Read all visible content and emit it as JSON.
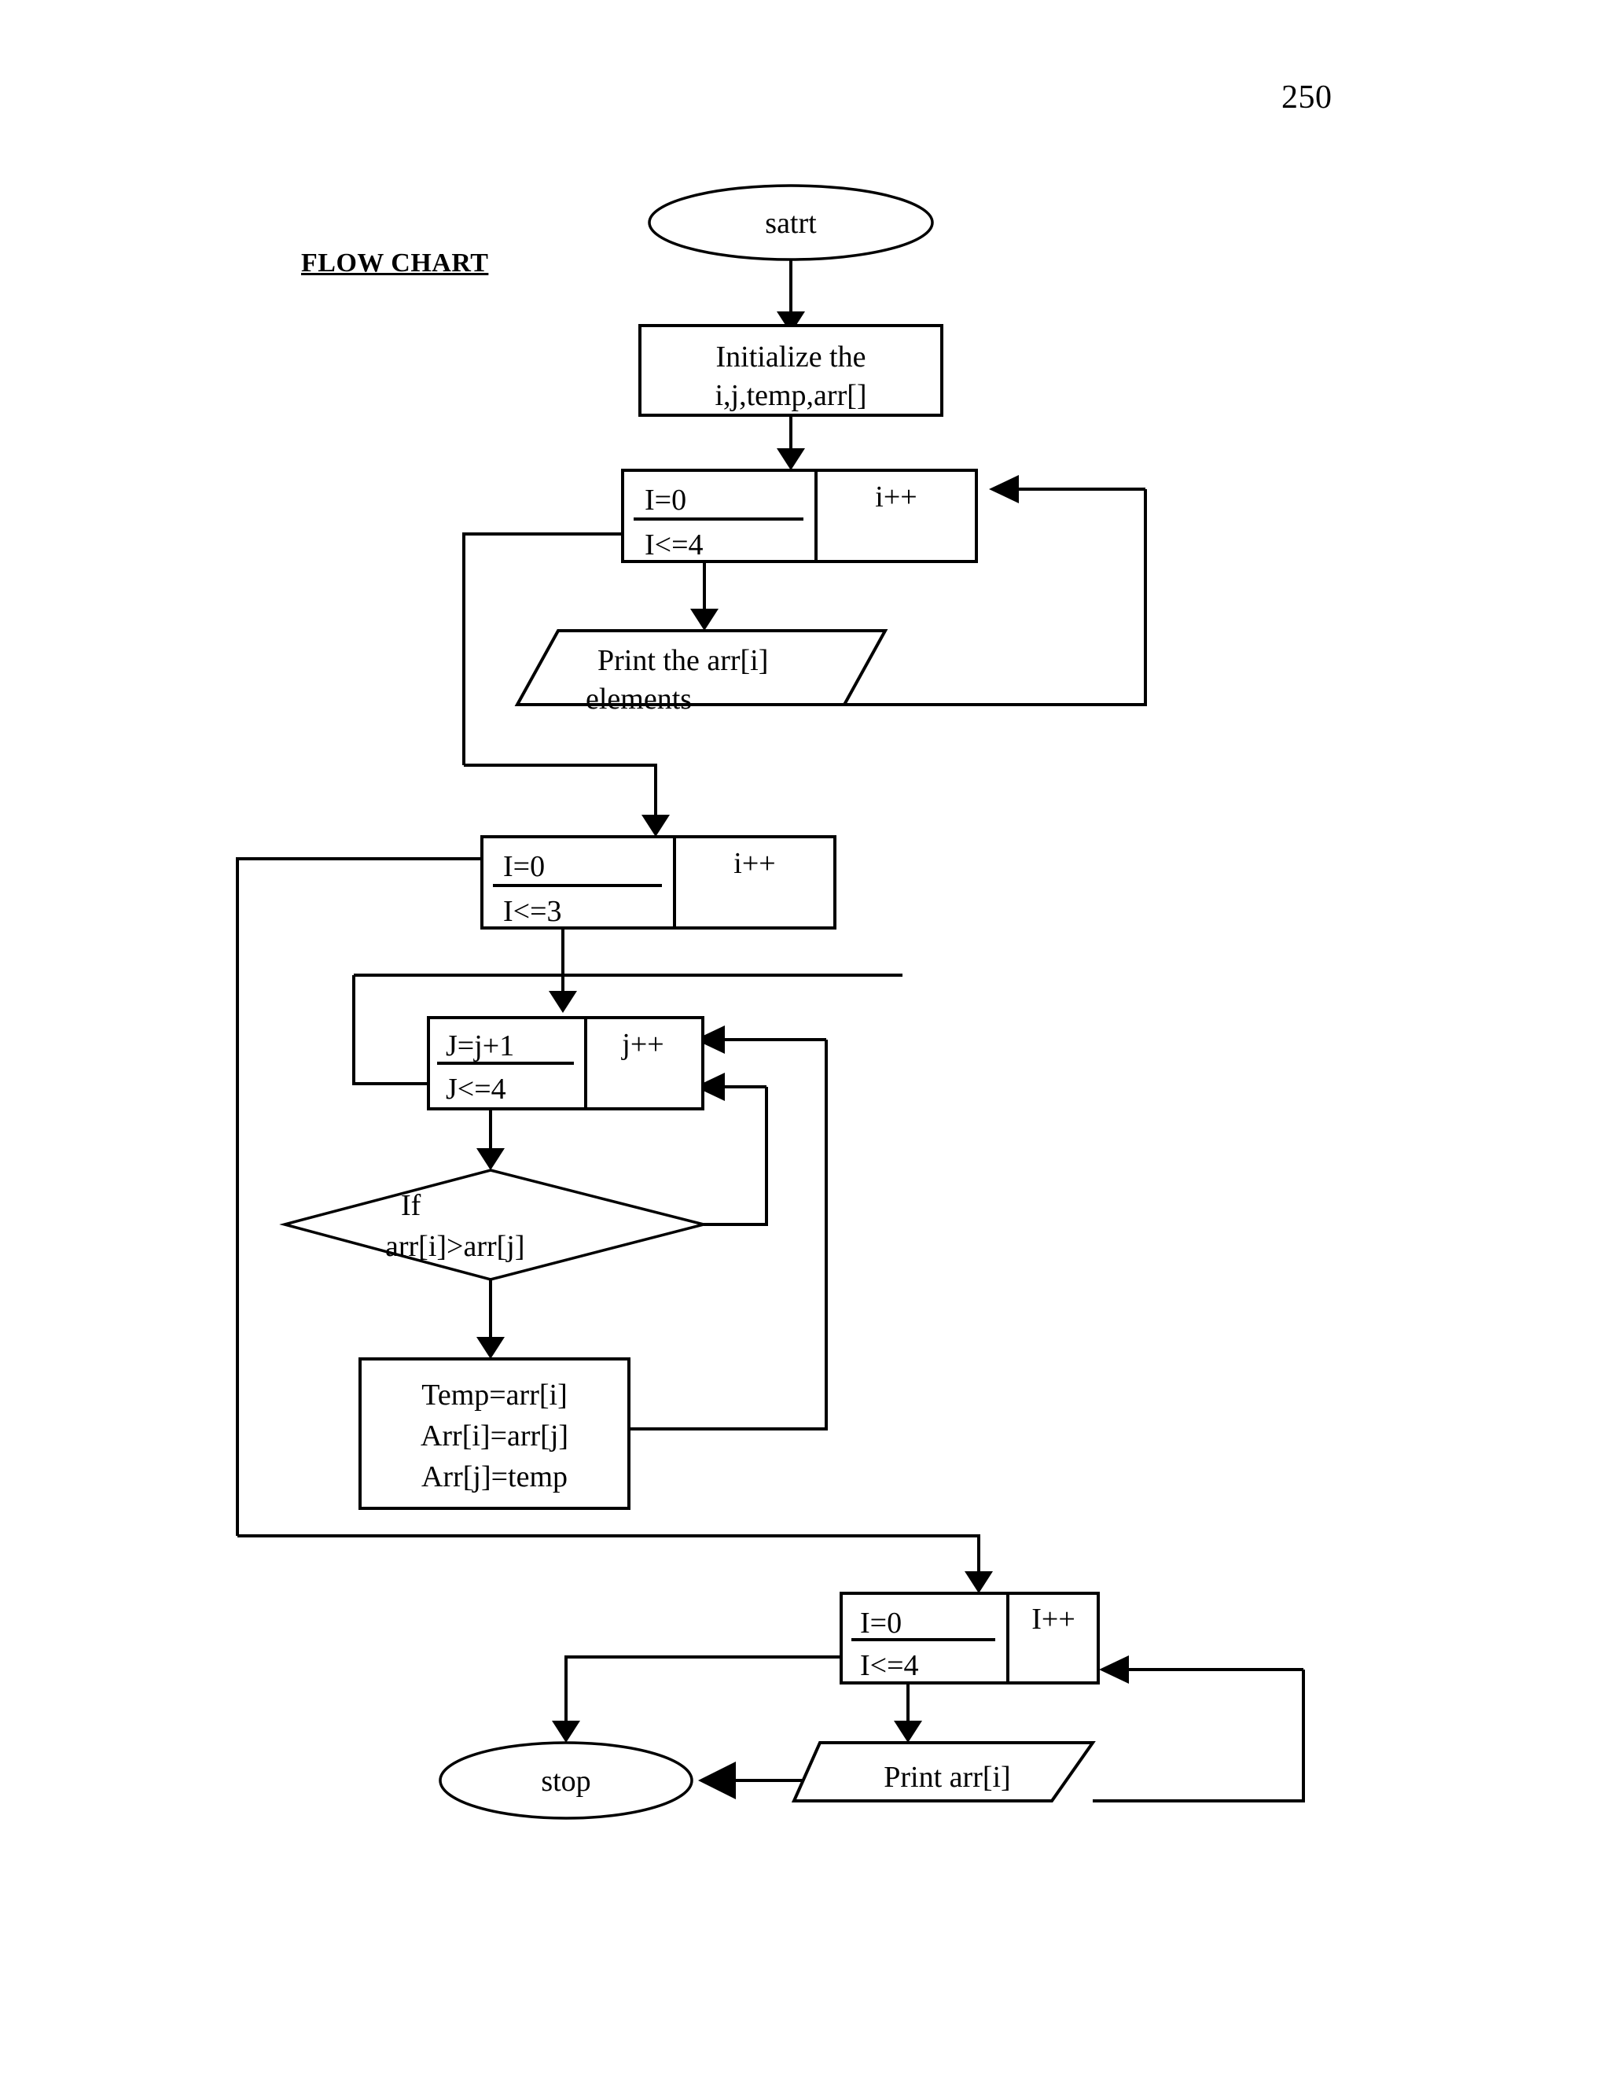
{
  "document": {
    "page_number": "250",
    "section_title": "FLOW CHART"
  },
  "chart_data": {
    "type": "diagram",
    "diagram_kind": "flowchart",
    "title": "FLOW CHART",
    "description": "Bubble sort flowchart: read/print array, sort with nested loops and swap, then print sorted array",
    "nodes": [
      {
        "id": "start",
        "shape": "terminator",
        "lines": [
          "satrt"
        ]
      },
      {
        "id": "init",
        "shape": "process",
        "lines": [
          "Initialize the",
          "i,j,temp,arr[]"
        ]
      },
      {
        "id": "loop1",
        "shape": "loop",
        "lines": [
          "I=0",
          "I<=4"
        ],
        "increment": "i++"
      },
      {
        "id": "print1",
        "shape": "io",
        "lines": [
          "Print the arr[i]",
          "elements"
        ]
      },
      {
        "id": "loop2",
        "shape": "loop",
        "lines": [
          "I=0",
          "I<=3"
        ],
        "increment": "i++"
      },
      {
        "id": "loop3",
        "shape": "loop",
        "lines": [
          "J=j+1",
          "J<=4"
        ],
        "increment": "j++"
      },
      {
        "id": "decision",
        "shape": "decision",
        "lines": [
          "If",
          "arr[i]>arr[j]"
        ]
      },
      {
        "id": "swap",
        "shape": "process",
        "lines": [
          "Temp=arr[i]",
          "Arr[i]=arr[j]",
          "Arr[j]=temp"
        ]
      },
      {
        "id": "loop4",
        "shape": "loop",
        "lines": [
          "I=0",
          "I<=4"
        ],
        "increment": "I++"
      },
      {
        "id": "print2",
        "shape": "io",
        "lines": [
          "Print arr[i]"
        ]
      },
      {
        "id": "stop",
        "shape": "terminator",
        "lines": [
          "stop"
        ]
      }
    ],
    "edges": [
      {
        "from": "start",
        "to": "init"
      },
      {
        "from": "init",
        "to": "loop1"
      },
      {
        "from": "loop1",
        "to": "print1"
      },
      {
        "from": "print1",
        "to": "loop1",
        "kind": "loop-back-right"
      },
      {
        "from": "loop1",
        "to": "loop2",
        "kind": "exit-left"
      },
      {
        "from": "loop2",
        "to": "loop3"
      },
      {
        "from": "loop3",
        "to": "decision"
      },
      {
        "from": "decision",
        "to": "swap",
        "label": ""
      },
      {
        "from": "decision",
        "to": "loop3",
        "kind": "loop-back-right"
      },
      {
        "from": "swap",
        "to": "loop3",
        "kind": "loop-back-right"
      },
      {
        "from": "loop3",
        "to": "loop2",
        "kind": "exit-left"
      },
      {
        "from": "loop2",
        "to": "loop4",
        "kind": "exit-left"
      },
      {
        "from": "loop4",
        "to": "print2"
      },
      {
        "from": "print2",
        "to": "loop4",
        "kind": "loop-back-right"
      },
      {
        "from": "loop4",
        "to": "stop",
        "kind": "exit-left"
      },
      {
        "from": "print2",
        "to": "stop"
      }
    ],
    "text_labels": {
      "start_label": "satrt",
      "init_line1": "Initialize the",
      "init_line2": "i,j,temp,arr[]",
      "loop1_init": "I=0",
      "loop1_cond": "I<=4",
      "loop1_inc": "i++",
      "print1_line1": "Print the arr[i]",
      "print1_line2": "elements",
      "loop2_init": "I=0",
      "loop2_cond": "I<=3",
      "loop2_inc": "i++",
      "loop3_init": "J=j+1",
      "loop3_cond": "J<=4",
      "loop3_inc": "j++",
      "decision_line1": "If",
      "decision_line2": "arr[i]>arr[j]",
      "swap_line1": "Temp=arr[i]",
      "swap_line2": "Arr[i]=arr[j]",
      "swap_line3": "Arr[j]=temp",
      "loop4_init": "I=0",
      "loop4_cond": "I<=4",
      "loop4_inc": "I++",
      "print2_label": "Print arr[i]",
      "stop_label": "stop"
    },
    "colors": {
      "stroke": "#000000",
      "fill": "#ffffff",
      "text": "#000000",
      "background": "#ffffff"
    }
  }
}
